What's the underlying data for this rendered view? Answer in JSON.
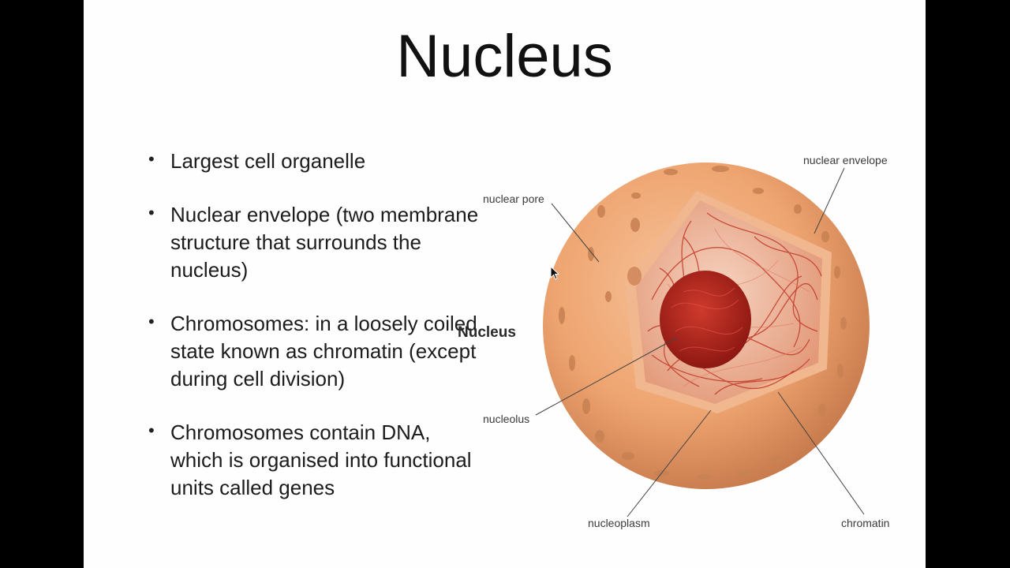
{
  "slide": {
    "title": "Nucleus",
    "bullets": [
      {
        "text": "Largest cell organelle"
      },
      {
        "text": "Nuclear envelope (two membrane structure that surrounds the nucleus)"
      },
      {
        "text": "Chromosomes: in a loosely coiled state known as chromatin (except during cell division)"
      },
      {
        "text": "Chromosomes contain DNA, which is organised into functional units called genes"
      }
    ],
    "bullet_symbol": "•"
  },
  "diagram": {
    "center_label": "Nucleus",
    "labels": {
      "nuclear_envelope": "nuclear envelope",
      "nuclear_pore": "nuclear pore",
      "nucleolus": "nucleolus",
      "nucleoplasm": "nucleoplasm",
      "chromatin": "chromatin"
    },
    "colors": {
      "sphere": "#efa878",
      "sphere_shadow": "#c97a4d",
      "cut_face": "#f0b38a",
      "interior": "#f3c9b4",
      "nucleolus": "#b0231c",
      "chromatin_strand": "#c23a2a",
      "pore": "#c98253"
    }
  }
}
